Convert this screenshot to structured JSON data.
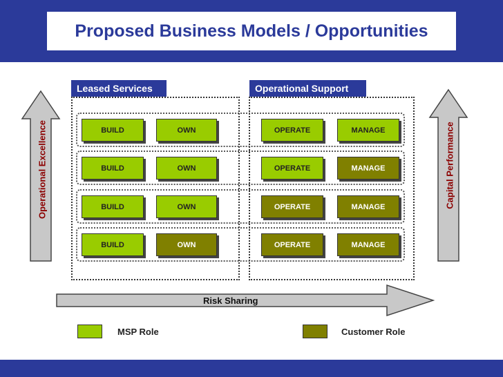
{
  "title": "Proposed Business Models / Opportunities",
  "sections": {
    "leased": "Leased Services",
    "operational": "Operational Support"
  },
  "arrows": {
    "left": "Operational Excellence",
    "right": "Capital Performance",
    "bottom": "Risk Sharing"
  },
  "colors": {
    "msp": "#99cc00",
    "customer": "#808000",
    "brand": "#2b3a9a",
    "arrow": "#c8c8c8"
  },
  "rows": [
    {
      "build": "BUILD",
      "own": "OWN",
      "operate": "OPERATE",
      "manage": "MANAGE",
      "build_role": "msp",
      "own_role": "msp",
      "operate_role": "msp",
      "manage_role": "msp"
    },
    {
      "build": "BUILD",
      "own": "OWN",
      "operate": "OPERATE",
      "manage": "MANAGE",
      "build_role": "msp",
      "own_role": "msp",
      "operate_role": "msp",
      "manage_role": "customer"
    },
    {
      "build": "BUILD",
      "own": "OWN",
      "operate": "OPERATE",
      "manage": "MANAGE",
      "build_role": "msp",
      "own_role": "msp",
      "operate_role": "customer",
      "manage_role": "customer"
    },
    {
      "build": "BUILD",
      "own": "OWN",
      "operate": "OPERATE",
      "manage": "MANAGE",
      "build_role": "msp",
      "own_role": "customer",
      "operate_role": "customer",
      "manage_role": "customer"
    }
  ],
  "legend": {
    "msp": "MSP Role",
    "customer": "Customer Role"
  }
}
